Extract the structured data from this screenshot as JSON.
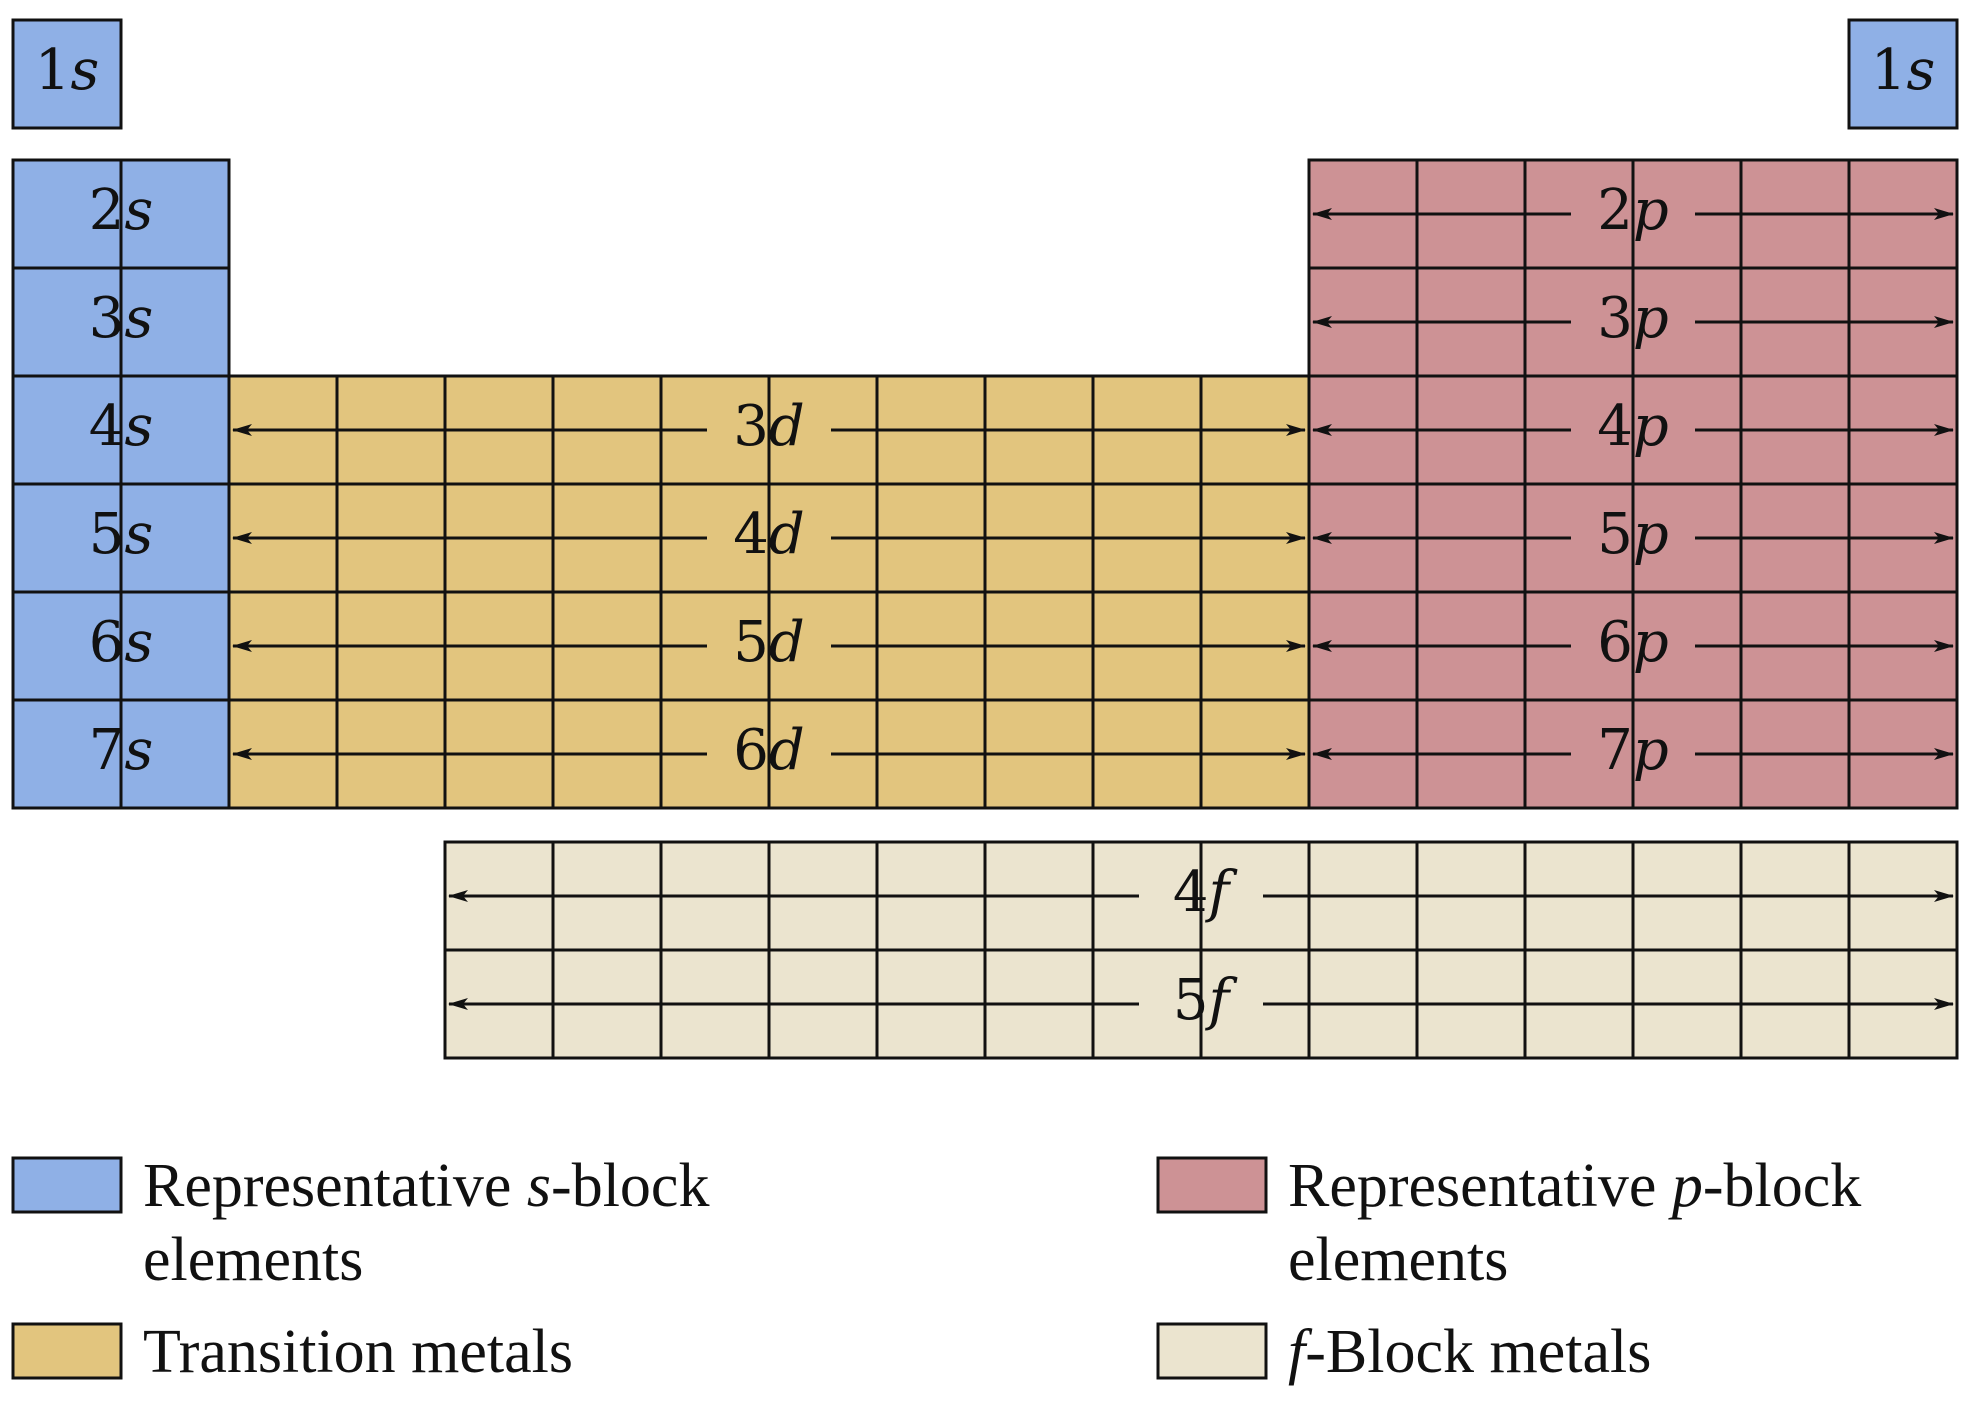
{
  "colors": {
    "s_block": "#8fb0e6",
    "d_block": "#e2c57e",
    "p_block": "#cd9295",
    "f_block": "#ebe4cf",
    "line": "#111111"
  },
  "blocks": {
    "s": {
      "label_letter": "s",
      "top": [
        "1",
        "1"
      ],
      "rows": [
        "2",
        "3",
        "4",
        "5",
        "6",
        "7"
      ]
    },
    "p": {
      "label_letter": "p",
      "rows": [
        "2",
        "3",
        "4",
        "5",
        "6",
        "7"
      ]
    },
    "d": {
      "label_letter": "d",
      "rows": [
        "3",
        "4",
        "5",
        "6"
      ]
    },
    "f": {
      "label_letter": "f",
      "rows": [
        "4",
        "5"
      ]
    }
  },
  "legend": {
    "s_block": {
      "pre": "Representative ",
      "ital": "s",
      "post": "-block",
      "line2": "elements"
    },
    "p_block": {
      "pre": "Representative ",
      "ital": "p",
      "post": "-block",
      "line2": "elements"
    },
    "transition": {
      "pre": "Transition metals",
      "ital": "",
      "post": "",
      "line2": ""
    },
    "f_block": {
      "pre": "",
      "ital": "f",
      "post": "-Block metals",
      "line2": ""
    }
  }
}
